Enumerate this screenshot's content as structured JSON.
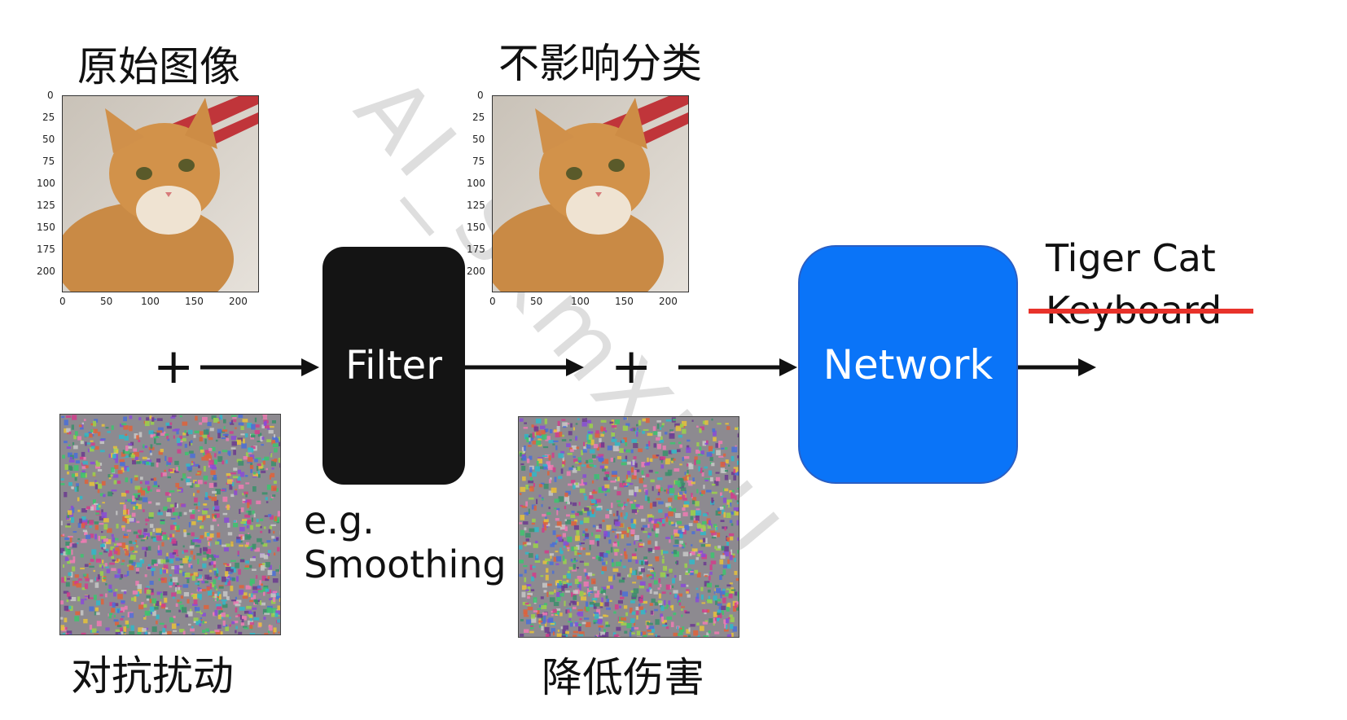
{
  "headings": {
    "original_image": "原始图像",
    "no_effect_classification": "不影响分类"
  },
  "captions": {
    "adversarial_perturbation": "对抗扰动",
    "reduce_harm": "降低伤害"
  },
  "plot_axes": {
    "y_ticks": [
      "0",
      "25",
      "50",
      "75",
      "100",
      "125",
      "150",
      "175",
      "200"
    ],
    "x_ticks": [
      "0",
      "50",
      "100",
      "150",
      "200"
    ]
  },
  "filter": {
    "label": "Filter",
    "example_line1": "e.g.",
    "example_line2": "Smoothing"
  },
  "network": {
    "label": "Network"
  },
  "output": {
    "correct_label": "Tiger Cat",
    "struck_label": "Keyboard",
    "strike_color": "#e8322a"
  },
  "operators": {
    "plus": "+"
  },
  "watermark": "AI_SkmXJTU",
  "colors": {
    "filter_box": "#141414",
    "network_box": "#0a74f8",
    "arrow": "#111111"
  },
  "icons": {
    "cat_image": "tabby-cat-photo",
    "noise_image": "adversarial-noise-pattern"
  }
}
